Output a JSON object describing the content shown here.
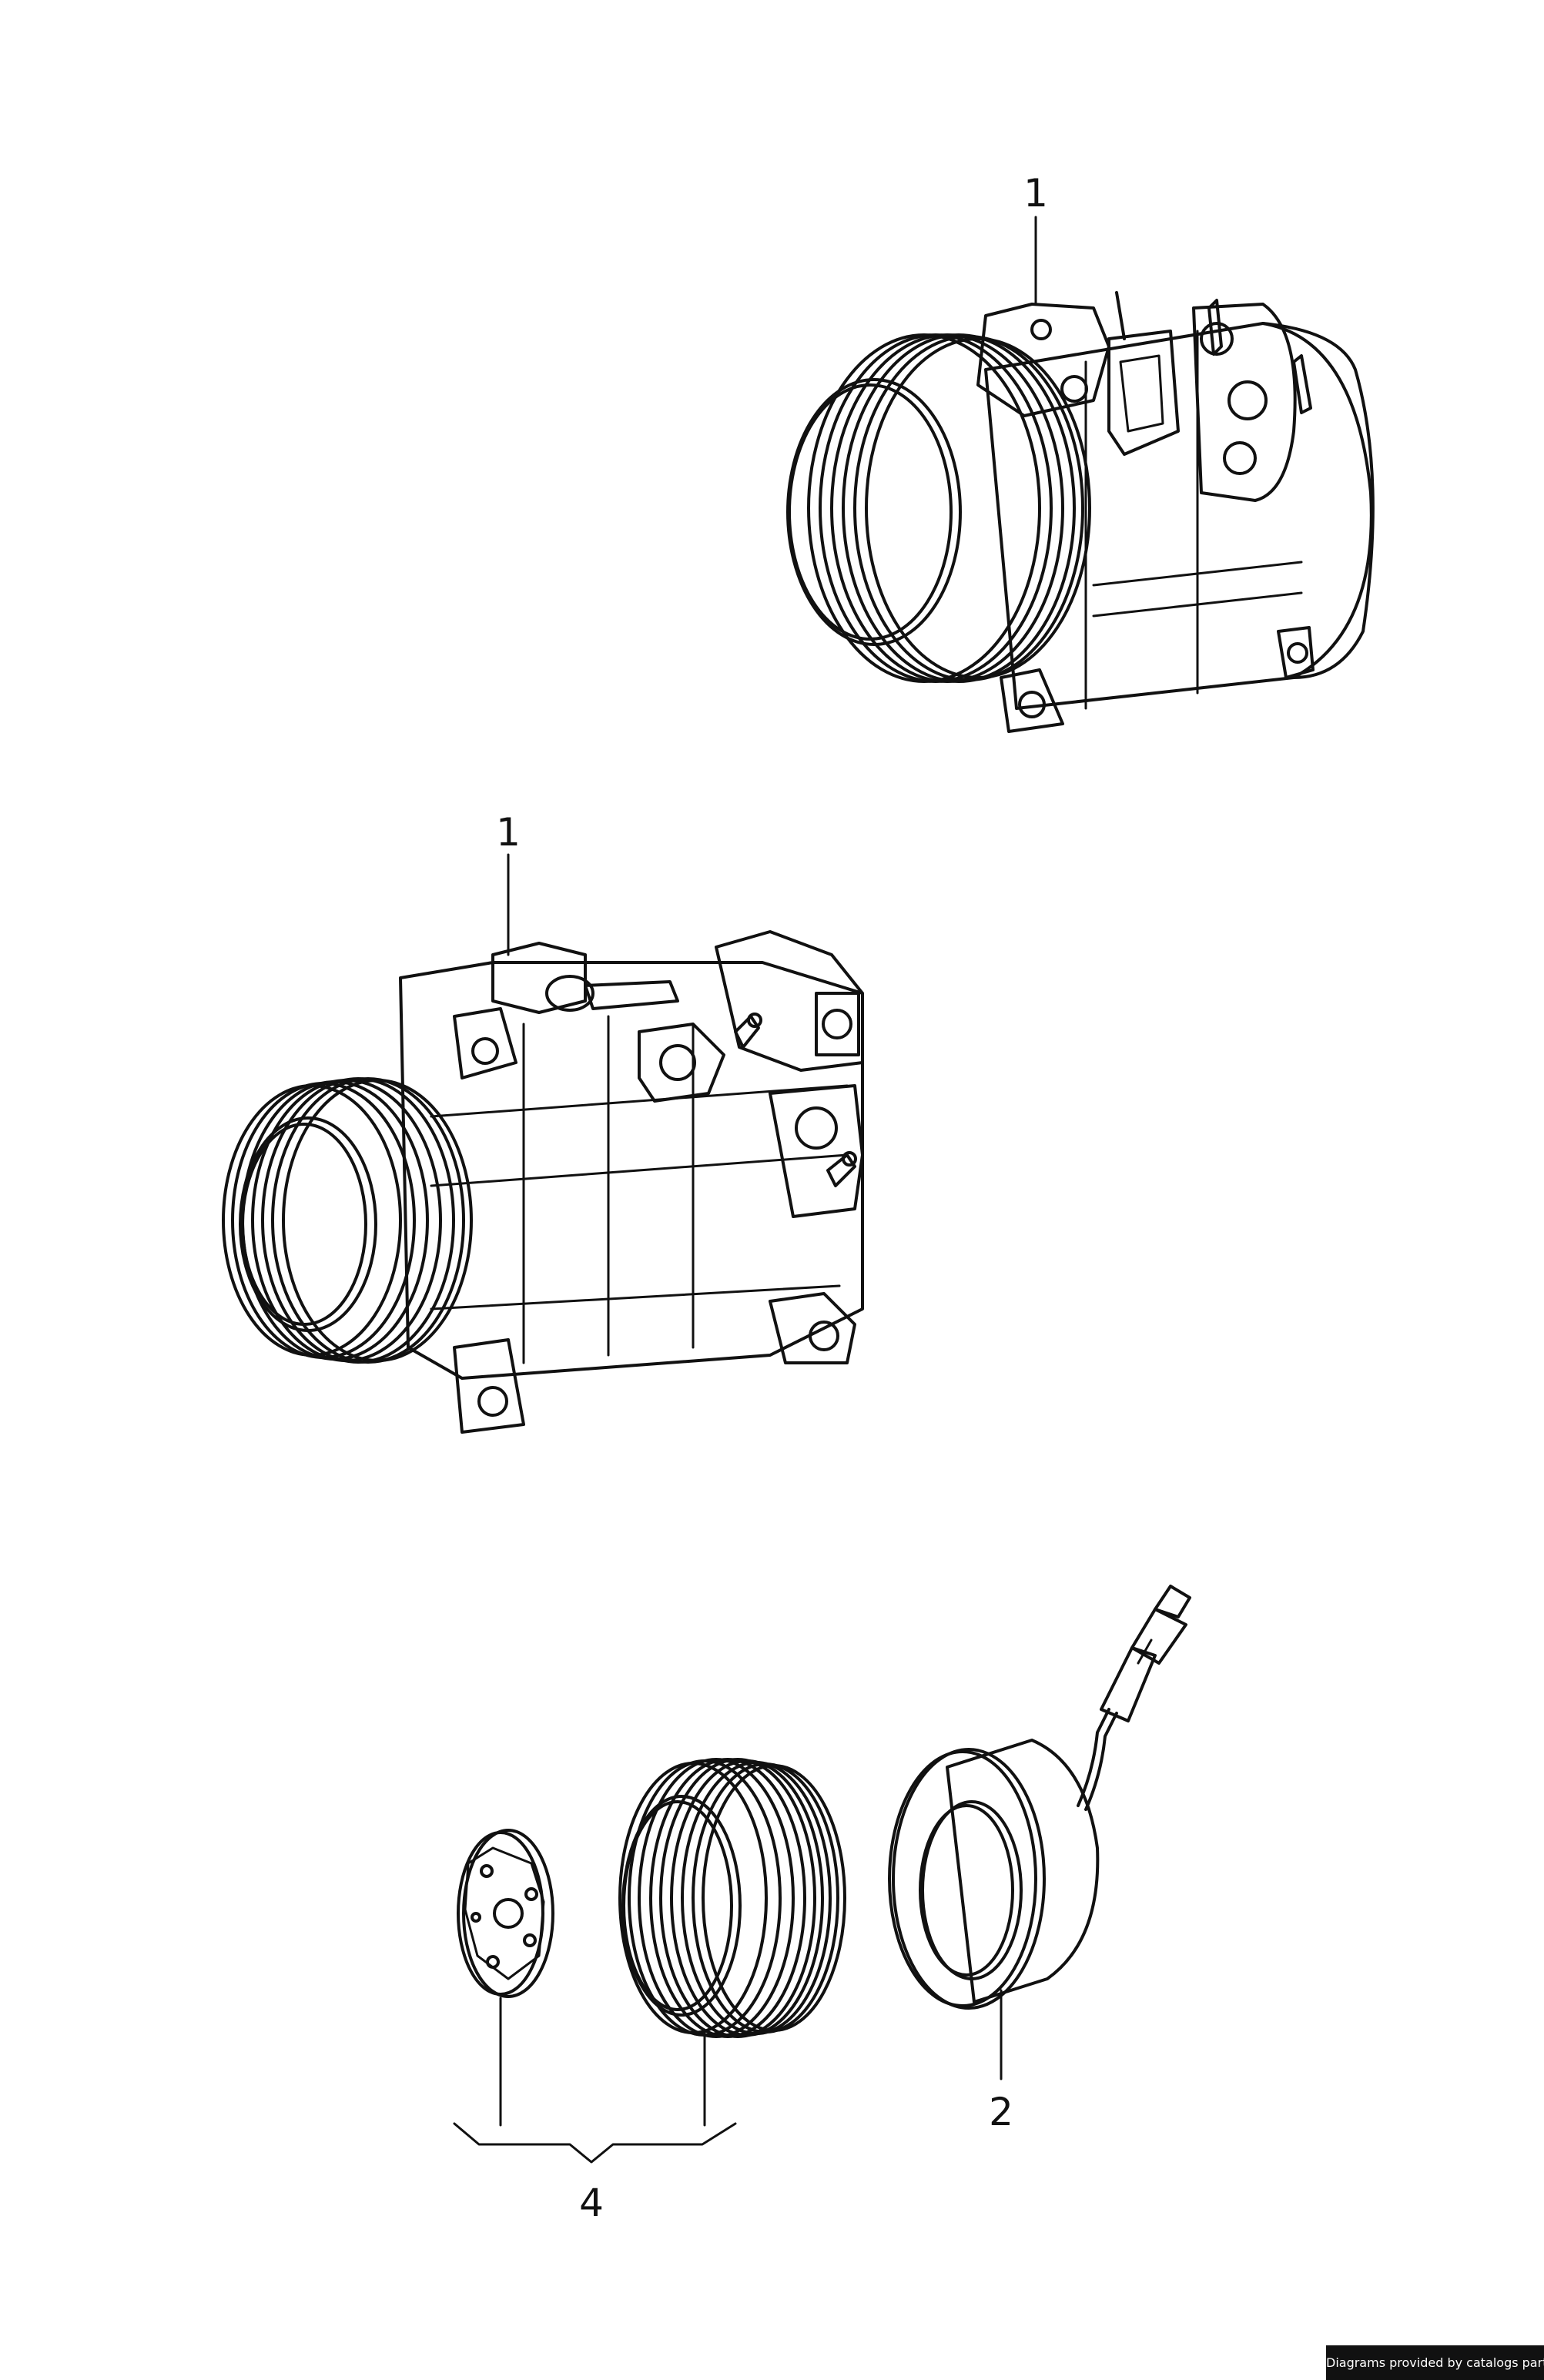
{
  "callouts": {
    "compressor_top": "1",
    "compressor_middle": "1",
    "clutch_coil": "2",
    "clutch_assembly": "4"
  },
  "credit": "Diagrams provided by catalogs parts",
  "colors": {
    "line": "#111111",
    "background": "#ffffff",
    "credit_bg": "#111111",
    "credit_text": "#ffffff"
  }
}
